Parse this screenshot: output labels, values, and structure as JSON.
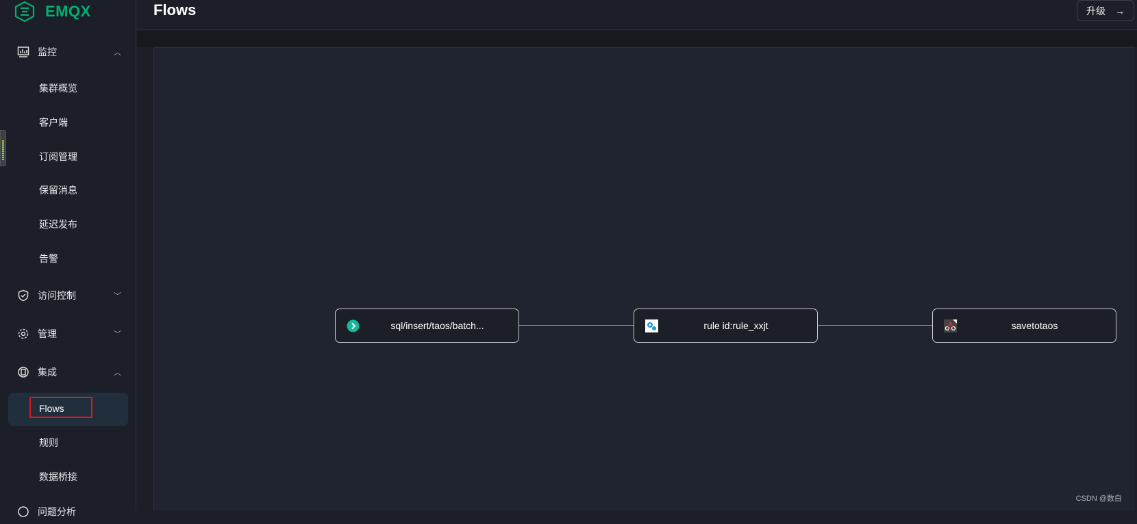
{
  "brand": {
    "name": "EMQX",
    "color": "#00b173"
  },
  "sidebar": {
    "groups": [
      {
        "label": "监控",
        "icon": "monitor-icon",
        "expanded": true,
        "items": [
          "集群概览",
          "客户端",
          "订阅管理",
          "保留消息",
          "延迟发布",
          "告警"
        ]
      },
      {
        "label": "访问控制",
        "icon": "shield-check-icon",
        "expanded": false
      },
      {
        "label": "管理",
        "icon": "gear-icon",
        "expanded": false
      },
      {
        "label": "集成",
        "icon": "integration-icon",
        "expanded": true,
        "items": [
          "Flows",
          "规则",
          "数据桥接"
        ]
      },
      {
        "label": "问题分析",
        "icon": "diagnose-icon",
        "expanded": false
      }
    ],
    "active_item": "Flows",
    "highlight_color": "#e0171a"
  },
  "header": {
    "title": "Flows",
    "upgrade_label": "升级",
    "upgrade_icon": "arrow-right-icon"
  },
  "flow": {
    "nodes": [
      {
        "label": "sql/insert/taos/batch...",
        "icon": "topic-chevron-icon",
        "type": "source"
      },
      {
        "label": "rule id:rule_xxjt",
        "icon": "rule-gears-icon",
        "type": "rule"
      },
      {
        "label": "savetotaos",
        "icon": "webhook-icon",
        "type": "sink"
      }
    ]
  },
  "watermark": "CSDN @数白"
}
